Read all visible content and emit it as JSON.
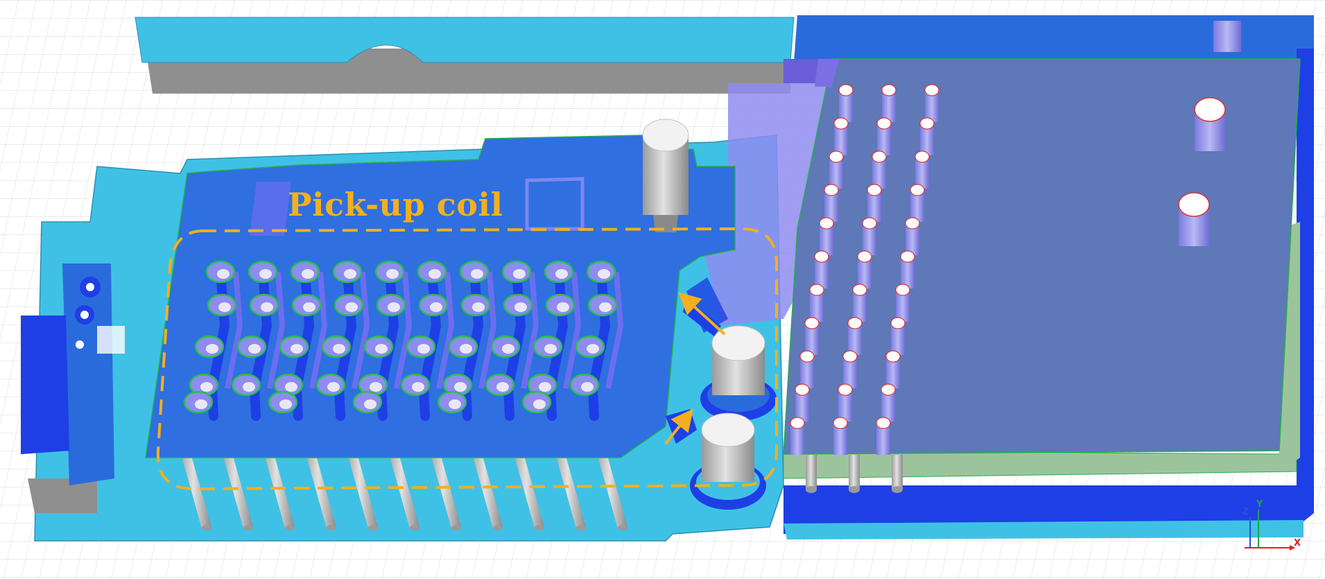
{
  "annotation": {
    "label": "Pick-up coil",
    "color": "#f2b01e"
  },
  "axis_triad": {
    "x_label": "X",
    "y_label": "Y",
    "z_label": "Z",
    "x_color": "#e02020",
    "y_color": "#1fa34a",
    "z_color": "#2d4fd6"
  },
  "colors": {
    "background": "#ffffff",
    "grid": "#d8d8e2",
    "light_cyan": "#3fc1e6",
    "gray": "#8f8f8f",
    "coil_board": "#2f6fe0",
    "dark_blue": "#1e3fe6",
    "translucent": "#8f8cf0",
    "large_board": "#5e78b8",
    "green_board": "#9cc49c",
    "pin_gray": "#b5b5b5",
    "pad_ring": "#22c24a",
    "arrow": "#f2b01e"
  },
  "icons": [
    "fastener-icon",
    "pin-icon",
    "arrow-icon"
  ]
}
